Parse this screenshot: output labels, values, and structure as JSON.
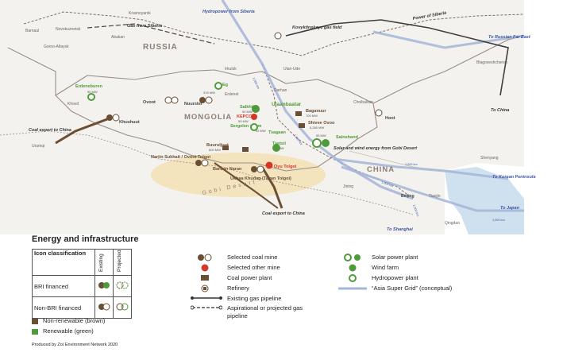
{
  "colors": {
    "land": "#f1eee8",
    "border": "#9a8e86",
    "rail": "#7b6f66",
    "super_grid": "#a3b5d8",
    "water": "#cfe0ef",
    "coal_brown": "#6b4f35",
    "green": "#4f9a3a",
    "red": "#d7362a",
    "gobi": "#f3dfae"
  },
  "map": {
    "countries": [
      "RUSSIA",
      "MONGOLIA",
      "CHINA"
    ],
    "region_label": "Gobi Desert",
    "places": [
      "Krasnoyarsk",
      "Barnaul",
      "Novokuznetsk",
      "Abakan",
      "Gorno-Altaysk",
      "Irkutsk",
      "Ulan-Ude",
      "Blagoveshchensk",
      "Khovd",
      "Urumqi",
      "Darhan",
      "Erdenet",
      "Choibalsan",
      "Shenyang",
      "Jining",
      "Beijing",
      "Tianjin",
      "Qingdao",
      "Ulaanbaatar",
      "Tsagaan",
      "Ovoot",
      "Nuurstei",
      "Khushuut",
      "Hoot"
    ],
    "projects": [
      {
        "name": "Erdeneburen",
        "capacity": "90 MW"
      },
      {
        "name": "Eg",
        "capacity": "315 MW"
      },
      {
        "name": "Salkhit",
        "capacity": "50 MW"
      },
      {
        "name": "KEPCO",
        "capacity": "50 MW"
      },
      {
        "name": "Sergelen soum",
        "capacity": "52 MW"
      },
      {
        "name": "Baganuur",
        "capacity": "700 MW"
      },
      {
        "name": "Shivee Ovoo",
        "capacity": "5,280 MW"
      },
      {
        "name": "Sainshand",
        "capacity": "55 MW"
      },
      {
        "name": "Buuruljuut",
        "capacity": "600 MW"
      },
      {
        "name": "Tsetsii",
        "capacity": "50 MW"
      },
      {
        "name": "Oyu Tolgoi",
        "capacity": ""
      },
      {
        "name": "Nariin Sukhait / Ovoot Tolgoi",
        "capacity": ""
      },
      {
        "name": "Baruun Naran",
        "capacity": ""
      },
      {
        "name": "Ukhaa Khudag (Tavan Tolgoi)",
        "capacity": ""
      }
    ],
    "annotations": {
      "hydropower": "Hydropower from Siberia",
      "gas_siberia": "Gas from Siberia",
      "kovyktinskaya": "Kovyktinskaye gas field",
      "power_of_siberia": "Power of Siberia",
      "to_russian_far_east": "To Russian Far East",
      "to_china": "To China",
      "coal_export_west": "Coal export to China",
      "coal_export_south": "Coal export to China",
      "solar_wind": "Solar and wind energy from Gobi Desert",
      "to_korean_peninsula": "To Korean Peninsula",
      "to_japan": "To Japan",
      "to_shanghai": "To Shanghai",
      "grid_label_a": "1,000 km",
      "grid_label_b": "1,000 km",
      "grid_label_c": "1,000 km",
      "grid_label_d": "1,000 km",
      "grid_label_e": "1,000 km",
      "grid_label_f": "1,000 km"
    }
  },
  "legend": {
    "title": "Energy and infrastructure",
    "icon_classification_header": "Icon classification",
    "col_existing": "Existing",
    "col_projected": "Projected",
    "row_bri": "BRI financed",
    "row_non_bri": "Non-BRI financed",
    "swatch_nonrenewable": "Non-renewable (brown)",
    "swatch_renewable": "Renewable (green)",
    "credit": "Produced by Zoï Environment Network 2020",
    "items_mid": [
      "Selected coal mine",
      "Selected other mine",
      "Coal power plant",
      "Refinery",
      "Existing gas pipeline",
      "Aspirational or projected gas pipeline"
    ],
    "items_right": [
      "Solar power plant",
      "Wind farm",
      "Hydropower plant",
      "“Asia Super Grid” (conceptual)"
    ]
  }
}
